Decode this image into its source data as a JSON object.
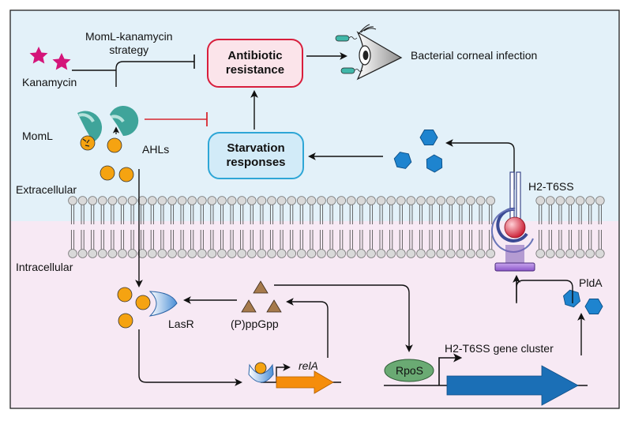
{
  "labels": {
    "strategy": "MomL-kanamycin\nstrategy",
    "kanamycin": "Kanamycin",
    "antibiotic_resistance": "Antibiotic\nresistance",
    "bacterial_infection": "Bacterial corneal infection",
    "moml": "MomL",
    "ahls": "AHLs",
    "starvation": "Starvation\nresponses",
    "extracellular": "Extracellular",
    "intracellular": "Intracellular",
    "h2_t6ss": "H2-T6SS",
    "plda": "PldA",
    "lasr": "LasR",
    "ppgpp": "(P)ppGpp",
    "rela": "relA",
    "rpos": "RpoS",
    "gene_cluster": "H2-T6SS gene cluster"
  },
  "colors": {
    "outer_bg": "#e3f1f9",
    "inner_bg": "#f7e9f4",
    "resistance_border": "#d81e3c",
    "resistance_fill": "#fbe4ea",
    "starvation_border": "#2ea6d6",
    "starvation_fill": "#d2ebf8",
    "ahl_orange": "#f5a311",
    "kanamycin_magenta": "#d4157a",
    "hexagon_blue": "#1e84cf",
    "gene_arrow_blue": "#1b6fb6",
    "rela_arrow_orange": "#f58d0b",
    "ppgpp_brown": "#a67a4c",
    "rpos_green": "#6aaa73",
    "lasr_blue": "#5a9fdb",
    "enzyme_teal": "#3fa49a",
    "inhibition_red": "#d8272f"
  },
  "icons": [
    "kanamycin-star-icon",
    "eye-icon",
    "bacterium-icon",
    "moml-enzyme-icon",
    "ahl-molecule-icon",
    "hexagon-effector-icon",
    "t6ss-apparatus-icon",
    "ppgpp-triangle-icon"
  ]
}
